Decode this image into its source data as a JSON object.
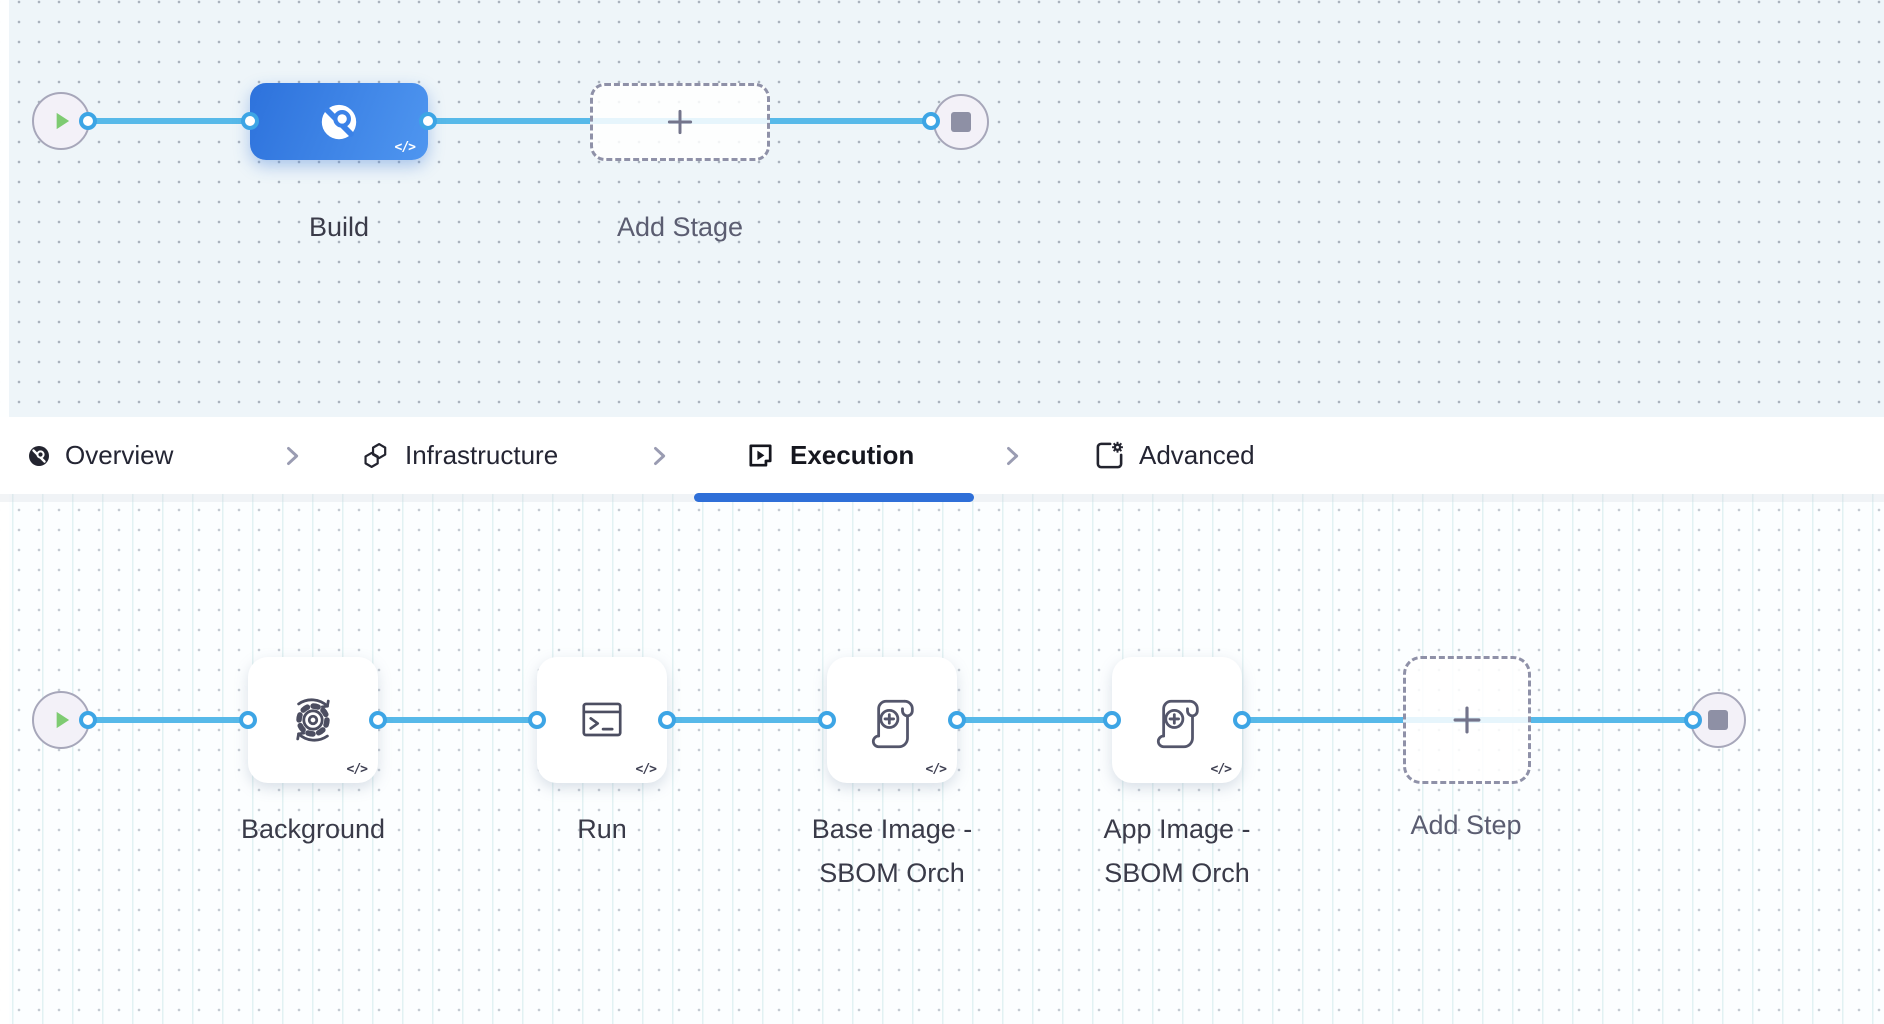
{
  "pipeline": {
    "top_canvas": {
      "stages": [
        {
          "label": "Build",
          "type": "build-stage",
          "selected": true
        },
        {
          "label": "Add Stage",
          "type": "add-placeholder"
        }
      ],
      "code_toggle": "</>"
    },
    "tabs": [
      {
        "label": "Overview",
        "icon": "ci-overview-icon",
        "active": false
      },
      {
        "label": "Infrastructure",
        "icon": "hexagons-icon",
        "active": false
      },
      {
        "label": "Execution",
        "icon": "play-square-icon",
        "active": true
      },
      {
        "label": "Advanced",
        "icon": "square-gear-icon",
        "active": false
      }
    ],
    "execution_canvas": {
      "steps": [
        {
          "label": "Background",
          "icon": "sync-gear-icon"
        },
        {
          "label": "Run",
          "icon": "terminal-icon"
        },
        {
          "label": "Base Image - SBOM Orch",
          "icon": "scroll-plus-icon"
        },
        {
          "label": "App Image - SBOM Orch",
          "icon": "scroll-plus-icon"
        }
      ],
      "add_step_label": "Add Step",
      "code_toggle": "</>"
    }
  },
  "colors": {
    "accent_blue": "#2f6fd8",
    "connector_blue": "#57b9e9",
    "port_ring": "#3da5e5",
    "stage_blue_start": "#2d72dc",
    "stage_blue_end": "#4f96f0",
    "start_green": "#7ecb72",
    "end_square": "#8e90a5",
    "canvas_top_bg": "#eef5f9",
    "canvas_bottom_bg": "#fcfeff",
    "tab_text": "#242533",
    "tab_active_text": "#15161e",
    "label_dark": "#3a3b49",
    "label_muted": "#5b5d71",
    "dashed_border": "#8f91a8",
    "icon_ink": "#4c4e61"
  }
}
